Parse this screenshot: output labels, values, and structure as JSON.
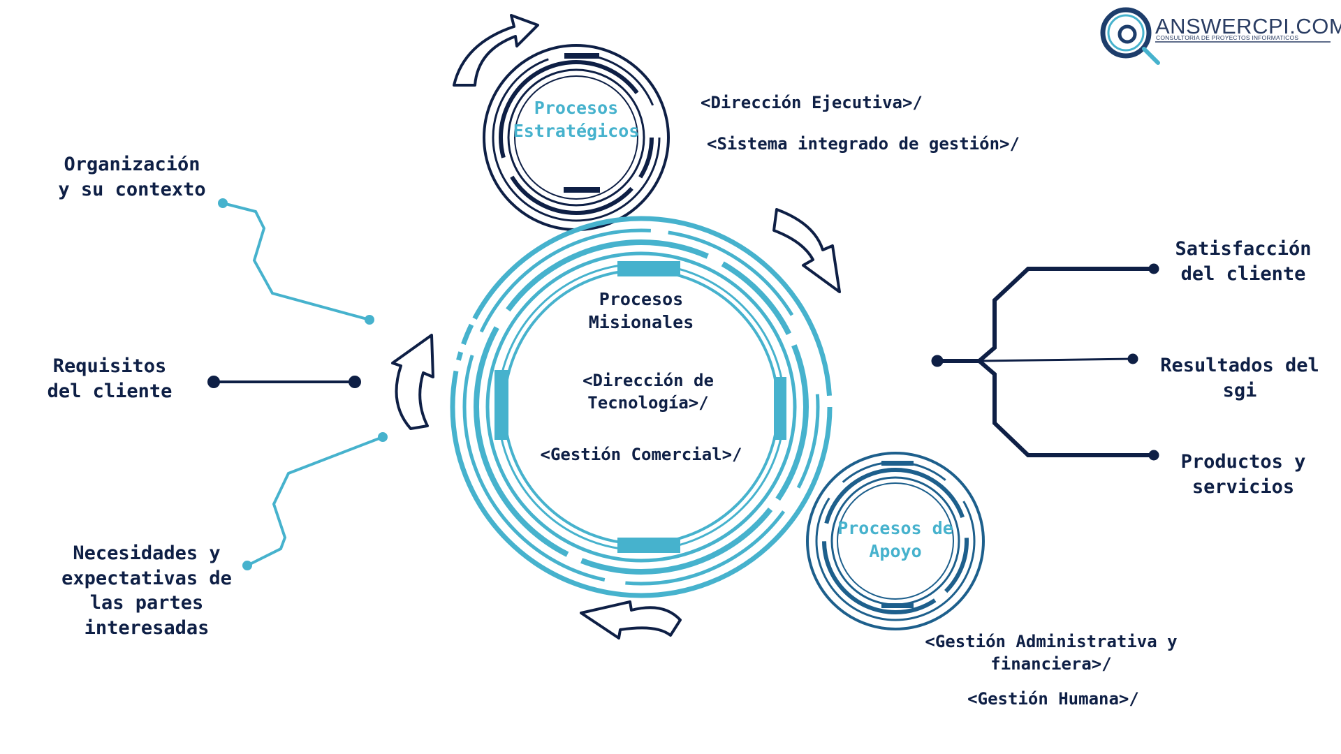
{
  "logo": {
    "name": "ANSWERCPI.COM",
    "tagline": "CONSULTORIA DE PROYECTOS INFORMATICOS"
  },
  "strategic": {
    "title_lines": [
      "Procesos",
      "Estratégicos"
    ],
    "items": [
      "<Dirección Ejecutiva>/",
      "<Sistema integrado de gestión>/"
    ]
  },
  "missional": {
    "title_lines": [
      "Procesos",
      "Misionales"
    ],
    "item1_lines": [
      "<Dirección de",
      "Tecnología>/"
    ],
    "item2": "<Gestión Comercial>/"
  },
  "support": {
    "title_lines": [
      "Procesos de",
      "Apoyo"
    ],
    "item1_lines": [
      "<Gestión Administrativa y",
      "financiera>/"
    ],
    "item2": "<Gestión Humana>/"
  },
  "inputs": {
    "context_lines": [
      "Organización",
      "y su contexto"
    ],
    "requirements_lines": [
      "Requisitos",
      "del cliente"
    ],
    "needs_lines": [
      "Necesidades y",
      "expectativas de",
      "las partes",
      "interesadas"
    ]
  },
  "outputs": {
    "satisfaction_lines": [
      "Satisfacción",
      "del cliente"
    ],
    "results_lines": [
      "Resultados del",
      "sgi"
    ],
    "products_lines": [
      "Productos y",
      "servicios"
    ]
  },
  "colors": {
    "navy": "#0e1f45",
    "teal": "#46b2cd",
    "blue": "#1d5f8c",
    "white": "#ffffff"
  }
}
